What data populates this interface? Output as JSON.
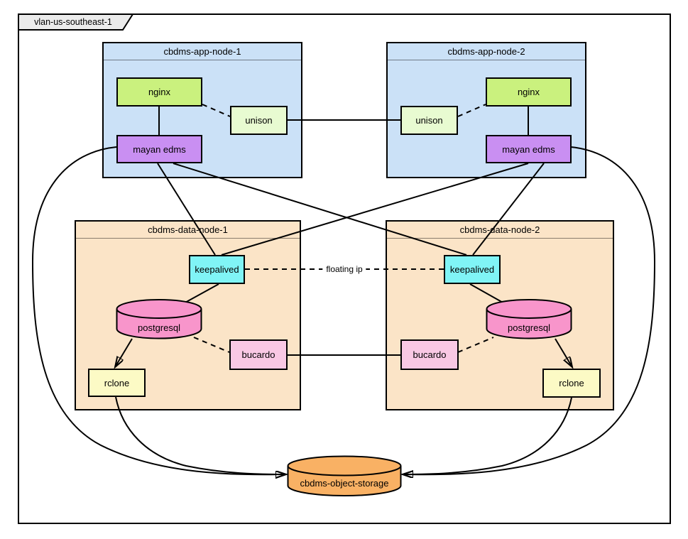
{
  "vlan": {
    "label": "vlan-us-southeast-1"
  },
  "app_node_1": {
    "title": "cbdms-app-node-1",
    "nginx": "nginx",
    "unison": "unison",
    "mayan_edms": "mayan edms"
  },
  "app_node_2": {
    "title": "cbdms-app-node-2",
    "nginx": "nginx",
    "unison": "unison",
    "mayan_edms": "mayan edms"
  },
  "data_node_1": {
    "title": "cbdms-data-node-1",
    "keepalived": "keepalived",
    "postgresql": "postgresql",
    "bucardo": "bucardo",
    "rclone": "rclone"
  },
  "data_node_2": {
    "title": "cbdms-data-node-2",
    "keepalived": "keepalived",
    "postgresql": "postgresql",
    "bucardo": "bucardo",
    "rclone": "rclone"
  },
  "object_storage": {
    "label": "cbdms-object-storage"
  },
  "connections": {
    "floating_ip_label": "floating ip"
  },
  "colors": {
    "stroke": "#000000",
    "tab_fill": "#ebebeb",
    "app_container_fill": "#cbe1f7",
    "data_container_fill": "#fbe4c7",
    "nginx_fill": "#caf17e",
    "unison_fill": "#e8fbd1",
    "mayan_fill": "#c98ff2",
    "keepalived_fill": "#80f4f6",
    "postgresql_fill": "#f895cb",
    "bucardo_fill": "#f9c8e4",
    "rclone_fill": "#fcfac5",
    "storage_fill": "#f9b164"
  }
}
